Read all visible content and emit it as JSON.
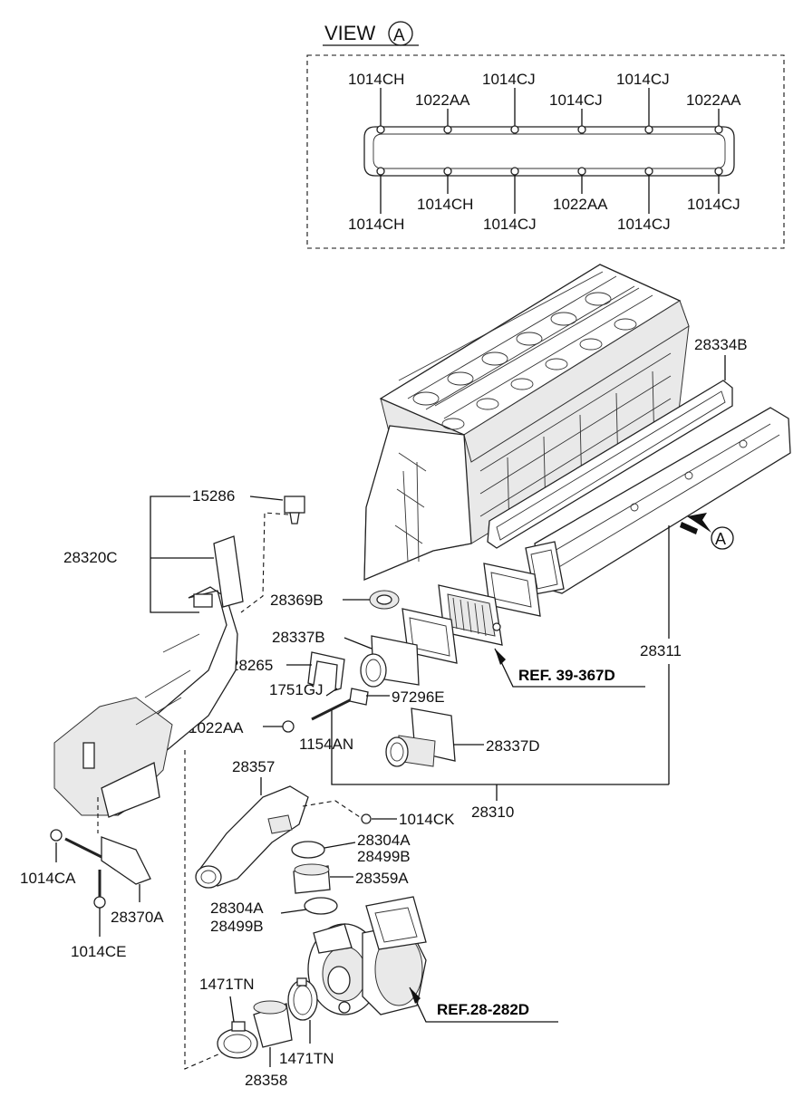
{
  "view": {
    "title": "VIEW",
    "marker": "A"
  },
  "view_labels": {
    "top": [
      "1014CH",
      "1022AA",
      "1014CJ",
      "1014CJ",
      "1014CJ",
      "1022AA"
    ],
    "bottom": [
      "1014CH",
      "1014CH",
      "1014CJ",
      "1022AA",
      "1014CJ",
      "1014CJ"
    ]
  },
  "arrow_marker": "A",
  "parts": {
    "p15286": "15286",
    "p28320C": "28320C",
    "p28334B": "28334B",
    "p28369B": "28369B",
    "p28337B": "28337B",
    "p28265": "28265",
    "p1751GJ": "1751GJ",
    "p97296E": "97296E",
    "p1022AA": "1022AA",
    "p1154AN": "1154AN",
    "p28337D": "28337D",
    "p28311": "28311",
    "p28357": "28357",
    "p28310": "28310",
    "p1014CK": "1014CK",
    "p28304A_1": "28304A",
    "p28499B_1": "28499B",
    "p28359A": "28359A",
    "p28304A_2": "28304A",
    "p28499B_2": "28499B",
    "p1014CA": "1014CA",
    "p28370A": "28370A",
    "p1014CE": "1014CE",
    "p1471TN_1": "1471TN",
    "p1471TN_2": "1471TN",
    "p28358": "28358"
  },
  "refs": {
    "ref1": "REF. 39-367D",
    "ref2": "REF.28-282D"
  }
}
